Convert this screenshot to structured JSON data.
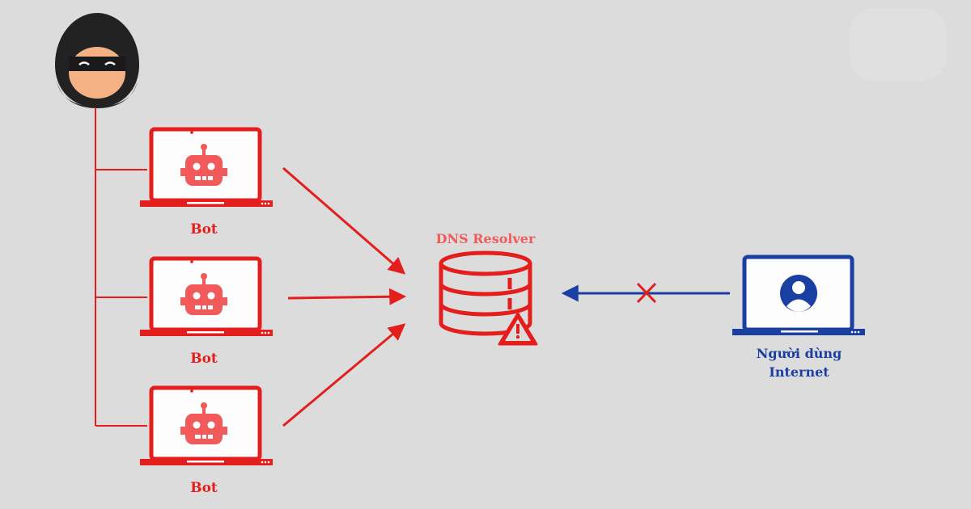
{
  "labels": {
    "bot_1": "Bot",
    "bot_2": "Bot",
    "bot_3": "Bot",
    "dns_resolver": "DNS Resolver",
    "user_line_1": "Người dùng",
    "user_line_2": "Internet"
  },
  "icons": {
    "attacker": "hacker-icon",
    "bot": "robot-icon",
    "laptop": "laptop-icon",
    "server": "database-icon",
    "warning": "warning-icon",
    "user": "user-icon",
    "blocked": "x-mark-icon"
  },
  "colors": {
    "background": "#dcdcdc",
    "attack_red": "#e41d1d",
    "robot_red": "#f05a5a",
    "user_blue": "#1a3fa3",
    "blocked_red": "#e41d1d"
  }
}
